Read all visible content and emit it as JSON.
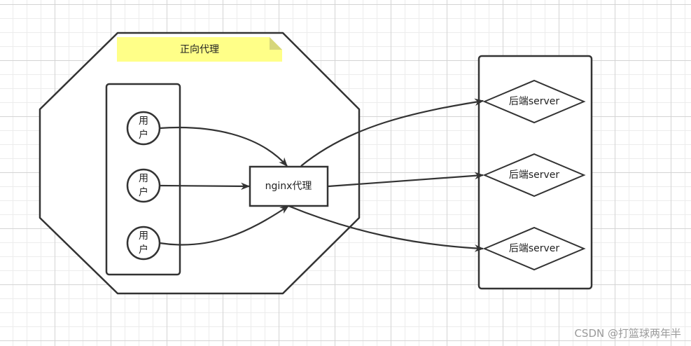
{
  "note_label": "正向代理",
  "users": [
    "用户",
    "用户",
    "用户"
  ],
  "user_chars": [
    [
      "用",
      "户"
    ],
    [
      "用",
      "户"
    ],
    [
      "用",
      "户"
    ]
  ],
  "proxy_label": "nginx代理",
  "servers": [
    "后端server",
    "后端server",
    "后端server"
  ],
  "watermark": "CSDN @打篮球两年半",
  "colors": {
    "stroke": "#333333",
    "note_fill": "#ffff88",
    "note_fold": "#d6d67a",
    "watermark": "#9a9a9a"
  }
}
